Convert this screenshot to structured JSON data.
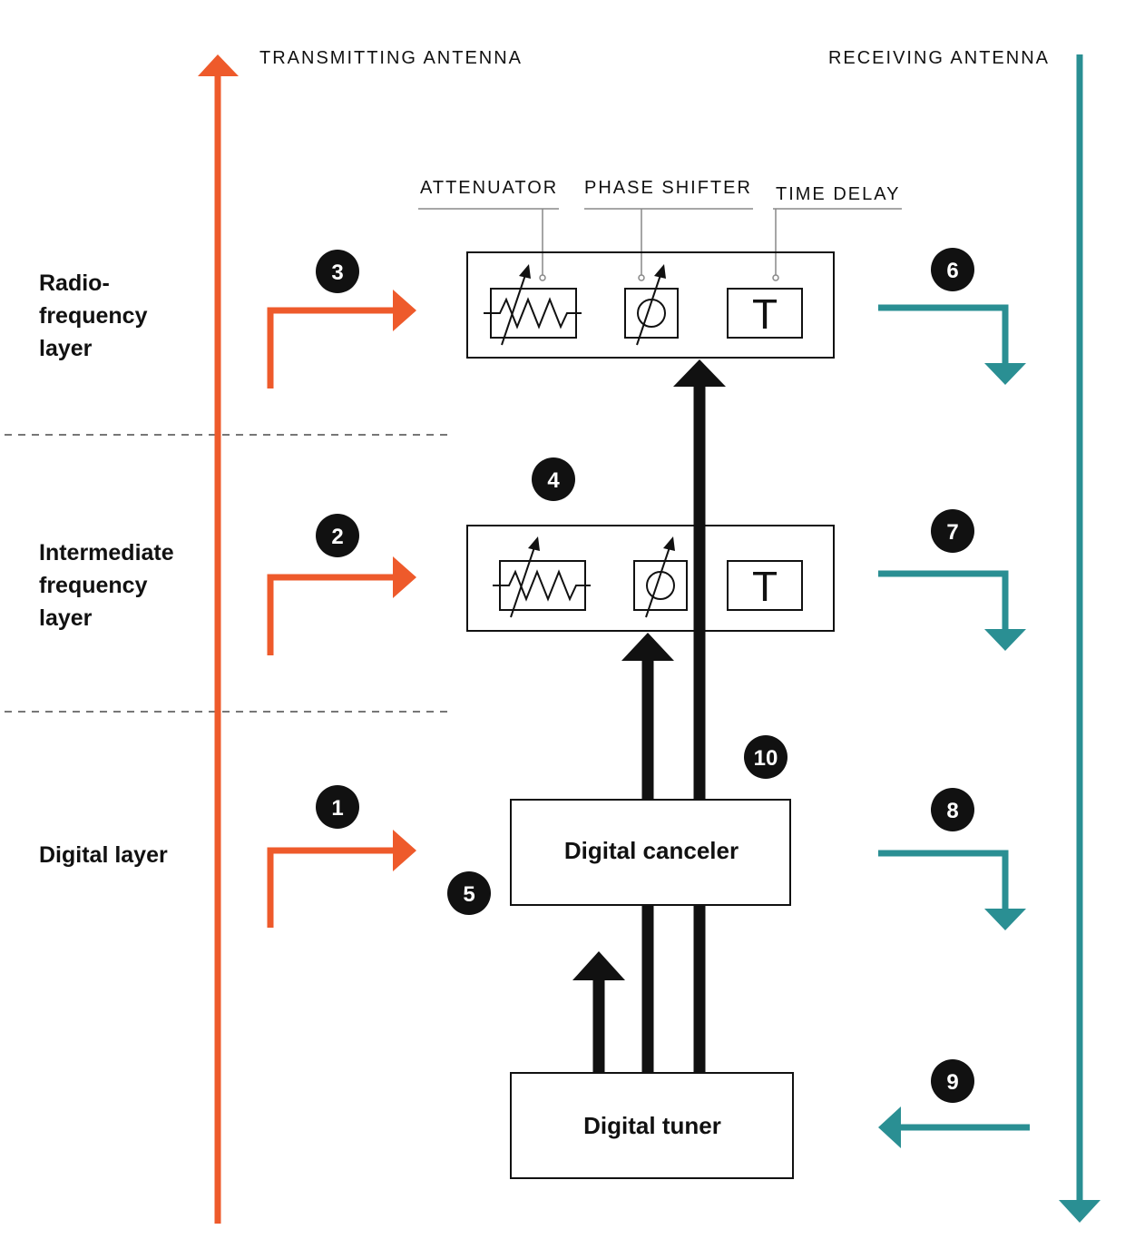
{
  "antennas": {
    "transmit_label": "TRANSMITTING ANTENNA",
    "receive_label": "RECEIVING ANTENNA"
  },
  "components": {
    "attenuator": "ATTENUATOR",
    "phase_shifter": "PHASE SHIFTER",
    "time_delay": "TIME DELAY",
    "time_delay_symbol": "T"
  },
  "layers": {
    "rf": [
      "Radio-",
      "frequency",
      "layer"
    ],
    "if": [
      "Intermediate",
      "frequency",
      "layer"
    ],
    "digital": [
      "Digital layer"
    ]
  },
  "blocks": {
    "canceler": "Digital canceler",
    "tuner": "Digital tuner"
  },
  "badges": [
    "1",
    "2",
    "3",
    "4",
    "5",
    "6",
    "7",
    "8",
    "9",
    "10"
  ],
  "colors": {
    "transmit": "#ee5a2b",
    "receive": "#2a8f93",
    "ink": "#111111",
    "divider": "#777777"
  }
}
